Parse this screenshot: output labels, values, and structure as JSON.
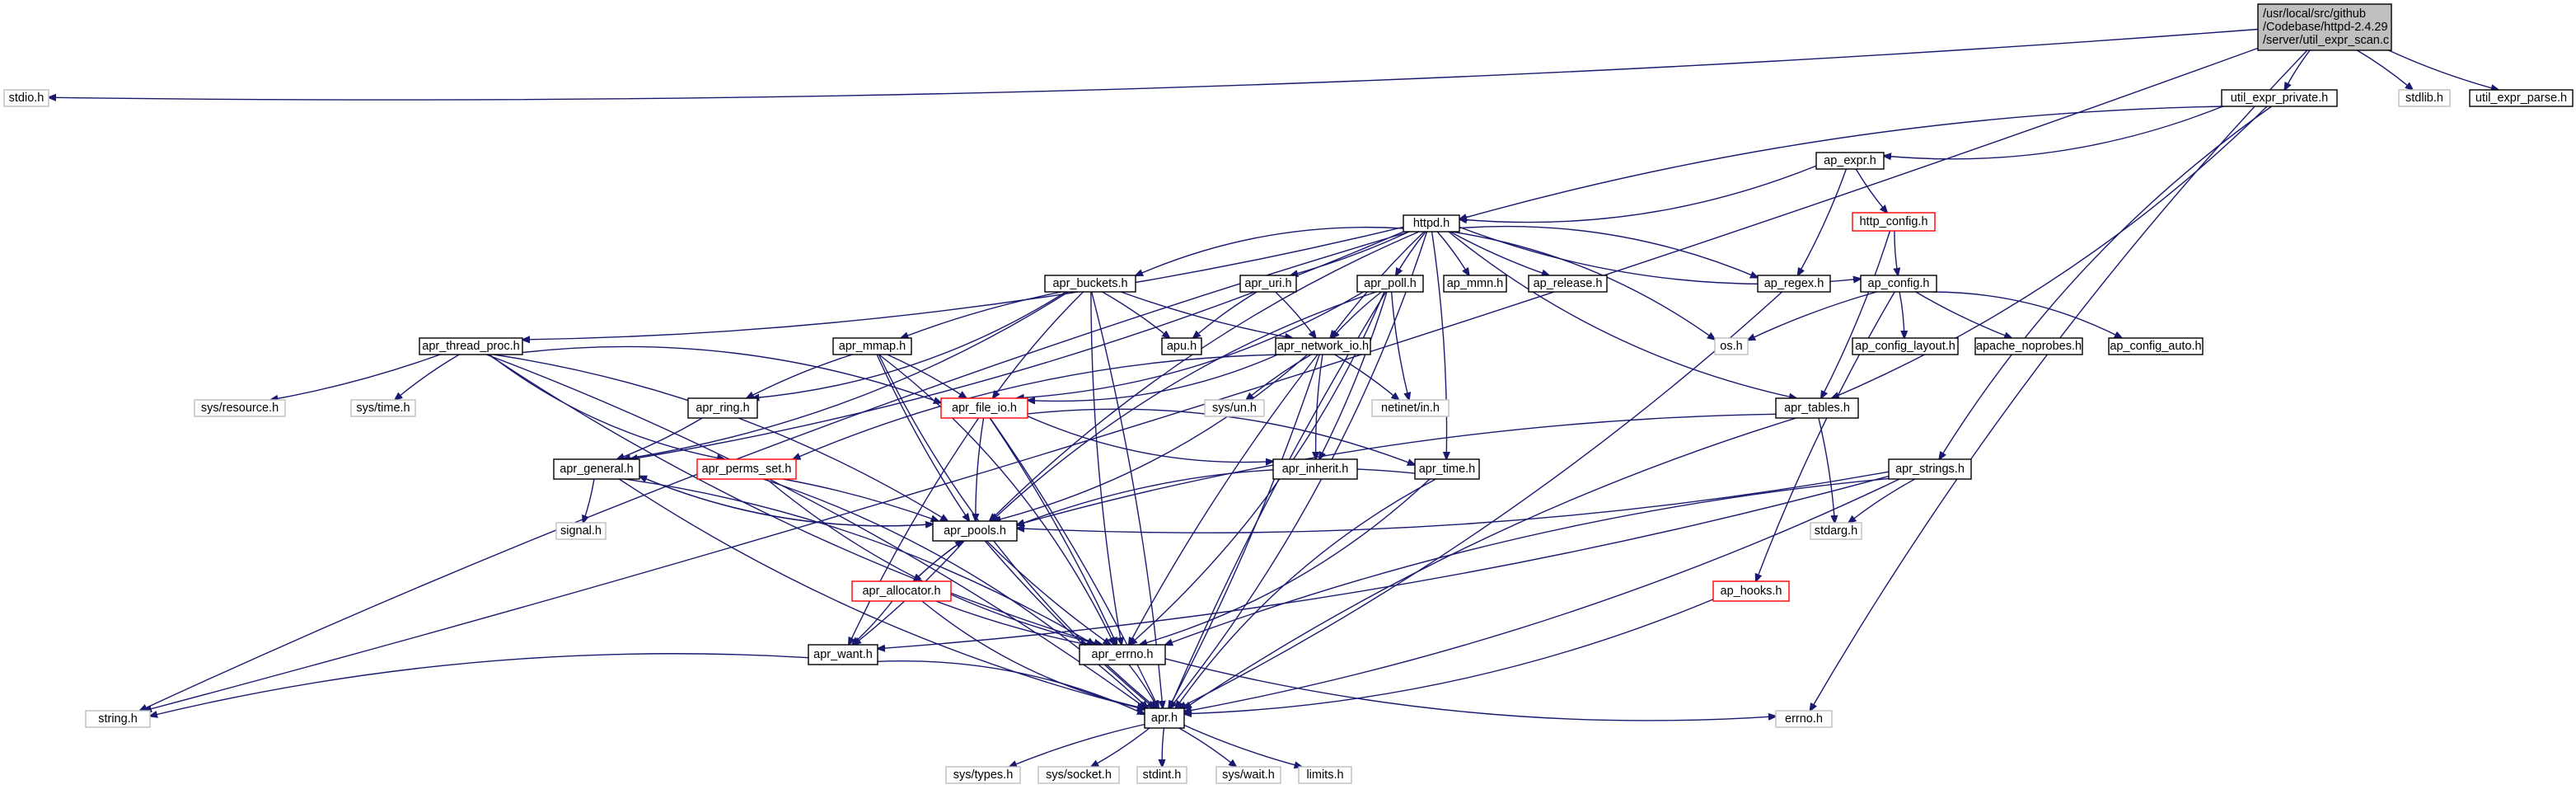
{
  "colors": {
    "edge": "#191970",
    "border_local": "#000000",
    "border_missing": "#bfbfbf",
    "border_truncated": "#ff0000",
    "root_fill": "#bfbfbf",
    "node_fill": "#ffffff",
    "text": "#000000"
  },
  "nodes": [
    {
      "id": "root",
      "label": "/usr/local/src/github\n/Codebase/httpd-2.4.29\n/server/util_expr_scan.c",
      "style": "root"
    },
    {
      "id": "stdio",
      "label": "stdio.h",
      "style": "missing"
    },
    {
      "id": "util_expr_private",
      "label": "util_expr_private.h",
      "style": "local"
    },
    {
      "id": "stdlib",
      "label": "stdlib.h",
      "style": "missing"
    },
    {
      "id": "util_expr_parse",
      "label": "util_expr_parse.h",
      "style": "local"
    },
    {
      "id": "ap_expr",
      "label": "ap_expr.h",
      "style": "local"
    },
    {
      "id": "httpd",
      "label": "httpd.h",
      "style": "local"
    },
    {
      "id": "http_config",
      "label": "http_config.h",
      "style": "truncated"
    },
    {
      "id": "apr_buckets",
      "label": "apr_buckets.h",
      "style": "local"
    },
    {
      "id": "apr_uri",
      "label": "apr_uri.h",
      "style": "local"
    },
    {
      "id": "apr_poll",
      "label": "apr_poll.h",
      "style": "local"
    },
    {
      "id": "ap_mmn",
      "label": "ap_mmn.h",
      "style": "local"
    },
    {
      "id": "ap_release",
      "label": "ap_release.h",
      "style": "local"
    },
    {
      "id": "ap_regex",
      "label": "ap_regex.h",
      "style": "local"
    },
    {
      "id": "ap_config",
      "label": "ap_config.h",
      "style": "local"
    },
    {
      "id": "apr_thread_proc",
      "label": "apr_thread_proc.h",
      "style": "local"
    },
    {
      "id": "apr_mmap",
      "label": "apr_mmap.h",
      "style": "local"
    },
    {
      "id": "apu",
      "label": "apu.h",
      "style": "local"
    },
    {
      "id": "apr_network_io",
      "label": "apr_network_io.h",
      "style": "local"
    },
    {
      "id": "os",
      "label": "os.h",
      "style": "missing"
    },
    {
      "id": "ap_config_layout",
      "label": "ap_config_layout.h",
      "style": "local"
    },
    {
      "id": "apache_noprobes",
      "label": "apache_noprobes.h",
      "style": "local"
    },
    {
      "id": "ap_config_auto",
      "label": "ap_config_auto.h",
      "style": "local"
    },
    {
      "id": "sys_resource",
      "label": "sys/resource.h",
      "style": "missing"
    },
    {
      "id": "sys_time",
      "label": "sys/time.h",
      "style": "missing"
    },
    {
      "id": "apr_ring",
      "label": "apr_ring.h",
      "style": "local"
    },
    {
      "id": "apr_file_io",
      "label": "apr_file_io.h",
      "style": "truncated"
    },
    {
      "id": "sys_un",
      "label": "sys/un.h",
      "style": "missing"
    },
    {
      "id": "netinet_in",
      "label": "netinet/in.h",
      "style": "missing"
    },
    {
      "id": "apr_tables",
      "label": "apr_tables.h",
      "style": "local"
    },
    {
      "id": "apr_general",
      "label": "apr_general.h",
      "style": "local"
    },
    {
      "id": "apr_perms_set",
      "label": "apr_perms_set.h",
      "style": "truncated"
    },
    {
      "id": "apr_inherit",
      "label": "apr_inherit.h",
      "style": "local"
    },
    {
      "id": "apr_time",
      "label": "apr_time.h",
      "style": "local"
    },
    {
      "id": "apr_strings",
      "label": "apr_strings.h",
      "style": "local"
    },
    {
      "id": "signal",
      "label": "signal.h",
      "style": "missing"
    },
    {
      "id": "apr_pools",
      "label": "apr_pools.h",
      "style": "local"
    },
    {
      "id": "stdarg",
      "label": "stdarg.h",
      "style": "missing"
    },
    {
      "id": "apr_allocator",
      "label": "apr_allocator.h",
      "style": "truncated"
    },
    {
      "id": "ap_hooks",
      "label": "ap_hooks.h",
      "style": "truncated"
    },
    {
      "id": "apr_want",
      "label": "apr_want.h",
      "style": "local"
    },
    {
      "id": "apr_errno",
      "label": "apr_errno.h",
      "style": "local"
    },
    {
      "id": "string",
      "label": "string.h",
      "style": "missing"
    },
    {
      "id": "apr",
      "label": "apr.h",
      "style": "local"
    },
    {
      "id": "errno",
      "label": "errno.h",
      "style": "missing"
    },
    {
      "id": "sys_types",
      "label": "sys/types.h",
      "style": "missing"
    },
    {
      "id": "sys_socket",
      "label": "sys/socket.h",
      "style": "missing"
    },
    {
      "id": "stdint",
      "label": "stdint.h",
      "style": "missing"
    },
    {
      "id": "sys_wait",
      "label": "sys/wait.h",
      "style": "missing"
    },
    {
      "id": "limits",
      "label": "limits.h",
      "style": "missing"
    }
  ],
  "edges": [
    [
      "root",
      "stdio"
    ],
    [
      "root",
      "util_expr_private"
    ],
    [
      "root",
      "stdlib"
    ],
    [
      "root",
      "util_expr_parse"
    ],
    [
      "root",
      "string"
    ],
    [
      "root",
      "errno"
    ],
    [
      "util_expr_private",
      "ap_expr"
    ],
    [
      "util_expr_private",
      "httpd"
    ],
    [
      "util_expr_private",
      "apr_tables"
    ],
    [
      "util_expr_private",
      "apr_strings"
    ],
    [
      "ap_expr",
      "httpd"
    ],
    [
      "ap_expr",
      "http_config"
    ],
    [
      "ap_expr",
      "ap_regex"
    ],
    [
      "http_config",
      "ap_config"
    ],
    [
      "http_config",
      "apr_tables"
    ],
    [
      "httpd",
      "apr_buckets"
    ],
    [
      "httpd",
      "apr_uri"
    ],
    [
      "httpd",
      "apr_poll"
    ],
    [
      "httpd",
      "ap_mmn"
    ],
    [
      "httpd",
      "ap_release"
    ],
    [
      "httpd",
      "ap_regex"
    ],
    [
      "httpd",
      "ap_config"
    ],
    [
      "httpd",
      "apr_thread_proc"
    ],
    [
      "httpd",
      "apr_network_io"
    ],
    [
      "httpd",
      "os"
    ],
    [
      "httpd",
      "apr_tables"
    ],
    [
      "httpd",
      "apr_general"
    ],
    [
      "httpd",
      "apr_pools"
    ],
    [
      "httpd",
      "apr_time"
    ],
    [
      "httpd",
      "string"
    ],
    [
      "httpd",
      "apr"
    ],
    [
      "ap_config",
      "os"
    ],
    [
      "ap_config",
      "ap_config_layout"
    ],
    [
      "ap_config",
      "apache_noprobes"
    ],
    [
      "ap_config",
      "ap_config_auto"
    ],
    [
      "ap_config",
      "ap_hooks"
    ],
    [
      "ap_regex",
      "apr"
    ],
    [
      "apr_buckets",
      "apr_mmap"
    ],
    [
      "apr_buckets",
      "apu"
    ],
    [
      "apr_buckets",
      "apr_network_io"
    ],
    [
      "apr_buckets",
      "apr_ring"
    ],
    [
      "apr_buckets",
      "apr_file_io"
    ],
    [
      "apr_buckets",
      "apr_general"
    ],
    [
      "apr_buckets",
      "apr_errno"
    ],
    [
      "apr_buckets",
      "apr"
    ],
    [
      "apr_uri",
      "apu"
    ],
    [
      "apr_uri",
      "apr_network_io"
    ],
    [
      "apr_poll",
      "apr_network_io"
    ],
    [
      "apr_poll",
      "apr_file_io"
    ],
    [
      "apr_poll",
      "netinet_in"
    ],
    [
      "apr_poll",
      "apr_inherit"
    ],
    [
      "apr_poll",
      "apr_pools"
    ],
    [
      "apr_poll",
      "apr_errno"
    ],
    [
      "apr_poll",
      "apr"
    ],
    [
      "apr_thread_proc",
      "sys_resource"
    ],
    [
      "apr_thread_proc",
      "sys_time"
    ],
    [
      "apr_thread_proc",
      "apr_file_io"
    ],
    [
      "apr_thread_proc",
      "apr_perms_set"
    ],
    [
      "apr_thread_proc",
      "apr_pools"
    ],
    [
      "apr_thread_proc",
      "apr_errno"
    ],
    [
      "apr_thread_proc",
      "apr"
    ],
    [
      "apr_mmap",
      "apr_ring"
    ],
    [
      "apr_mmap",
      "apr_file_io"
    ],
    [
      "apr_mmap",
      "apr_pools"
    ],
    [
      "apr_mmap",
      "apr_errno"
    ],
    [
      "apr_mmap",
      "apr"
    ],
    [
      "apr_network_io",
      "apr_file_io"
    ],
    [
      "apr_network_io",
      "sys_un"
    ],
    [
      "apr_network_io",
      "netinet_in"
    ],
    [
      "apr_network_io",
      "apr_inherit"
    ],
    [
      "apr_network_io",
      "apr_pools"
    ],
    [
      "apr_network_io",
      "apr_errno"
    ],
    [
      "apr_network_io",
      "apr"
    ],
    [
      "apr_network_io",
      "apr_perms_set"
    ],
    [
      "apr_ring",
      "apr_general"
    ],
    [
      "apr_file_io",
      "apr_inherit"
    ],
    [
      "apr_file_io",
      "apr_time"
    ],
    [
      "apr_file_io",
      "apr_pools"
    ],
    [
      "apr_file_io",
      "apr_errno"
    ],
    [
      "apr_file_io",
      "apr_want"
    ],
    [
      "apr_file_io",
      "apr"
    ],
    [
      "apr_tables",
      "apr_pools"
    ],
    [
      "apr_tables",
      "stdarg"
    ],
    [
      "apr_tables",
      "apr"
    ],
    [
      "apr_general",
      "signal"
    ],
    [
      "apr_general",
      "apr_pools"
    ],
    [
      "apr_general",
      "apr_errno"
    ],
    [
      "apr_general",
      "apr"
    ],
    [
      "apr_perms_set",
      "apr_pools"
    ],
    [
      "apr_perms_set",
      "apr_errno"
    ],
    [
      "apr_perms_set",
      "apr"
    ],
    [
      "apr_time",
      "apr_pools"
    ],
    [
      "apr_time",
      "apr_errno"
    ],
    [
      "apr_time",
      "apr"
    ],
    [
      "apr_strings",
      "apr_pools"
    ],
    [
      "apr_strings",
      "stdarg"
    ],
    [
      "apr_strings",
      "apr_want"
    ],
    [
      "apr_strings",
      "apr_errno"
    ],
    [
      "apr_strings",
      "apr"
    ],
    [
      "apr_pools",
      "apr_allocator"
    ],
    [
      "apr_pools",
      "apr_general"
    ],
    [
      "apr_pools",
      "apr_errno"
    ],
    [
      "apr_pools",
      "apr_want"
    ],
    [
      "apr_pools",
      "apr"
    ],
    [
      "apr_allocator",
      "apr_pools"
    ],
    [
      "apr_allocator",
      "apr_errno"
    ],
    [
      "apr_allocator",
      "apr_want"
    ],
    [
      "apr_allocator",
      "apr"
    ],
    [
      "ap_hooks",
      "apr"
    ],
    [
      "apr_want",
      "string"
    ],
    [
      "apr_want",
      "apr"
    ],
    [
      "apr_errno",
      "errno"
    ],
    [
      "apr_errno",
      "apr"
    ],
    [
      "apr",
      "sys_types"
    ],
    [
      "apr",
      "sys_socket"
    ],
    [
      "apr",
      "stdint"
    ],
    [
      "apr",
      "sys_wait"
    ],
    [
      "apr",
      "limits"
    ]
  ]
}
